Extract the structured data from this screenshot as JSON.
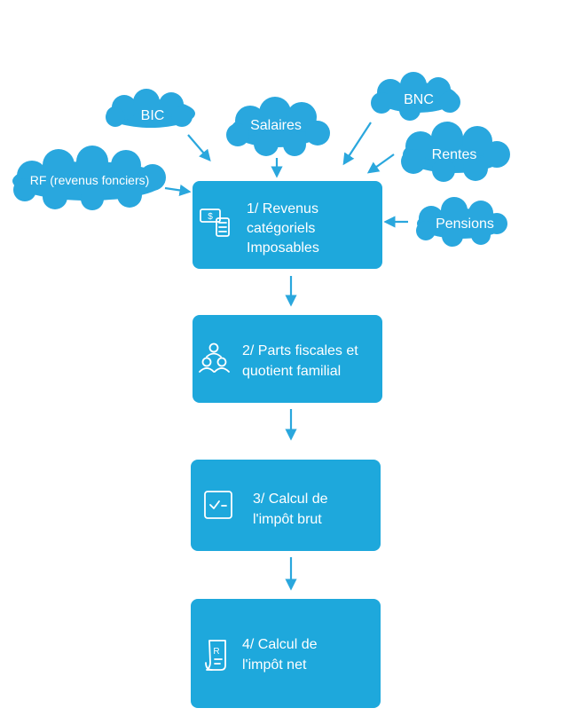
{
  "colors": {
    "accent": "#1EA8DC",
    "cloud": "#29A7DE",
    "text": "#FFFFFF"
  },
  "clouds": {
    "bic": "BIC",
    "salaires": "Salaires",
    "bnc": "BNC",
    "rentes": "Rentes",
    "rf": "RF (revenus fonciers)",
    "pensions": "Pensions"
  },
  "steps": [
    {
      "icon": "money-calculator-icon",
      "lines": [
        "1/ Revenus",
        "catégoriels",
        "Imposables"
      ]
    },
    {
      "icon": "family-icon",
      "lines": [
        "2/ Parts fiscales et",
        "quotient familial"
      ]
    },
    {
      "icon": "checklist-icon",
      "lines": [
        "3/ Calcul de",
        "l'impôt brut"
      ]
    },
    {
      "icon": "prescription-icon",
      "lines": [
        "4/ Calcul de",
        "l'impôt net"
      ]
    }
  ]
}
